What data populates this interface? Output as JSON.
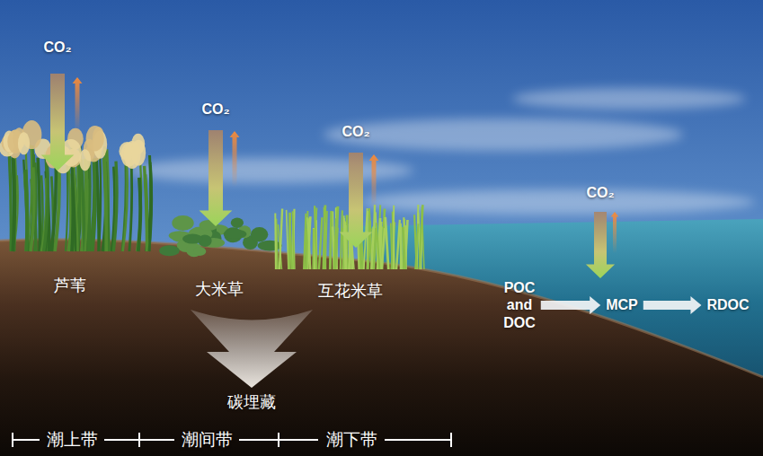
{
  "diagram": {
    "nodes": [
      {
        "text": [
          "POC and DOC"
        ]
      },
      {
        "text": [
          "MCP"
        ]
      },
      {
        "text": [
          "RDOC"
        ]
      }
    ],
    "edges": [
      {
        "from": 0,
        "to": 1,
        "arrow": "to"
      },
      {
        "from": 1,
        "to": 2,
        "arrow": "to"
      }
    ],
    "labels": [
      "CO₂",
      "CO₂",
      "CO₂",
      "CO₂",
      "芦苇",
      "大米草",
      "互花米草",
      "碳埋藏",
      "潮上带",
      "潮间带",
      "潮下带"
    ]
  }
}
